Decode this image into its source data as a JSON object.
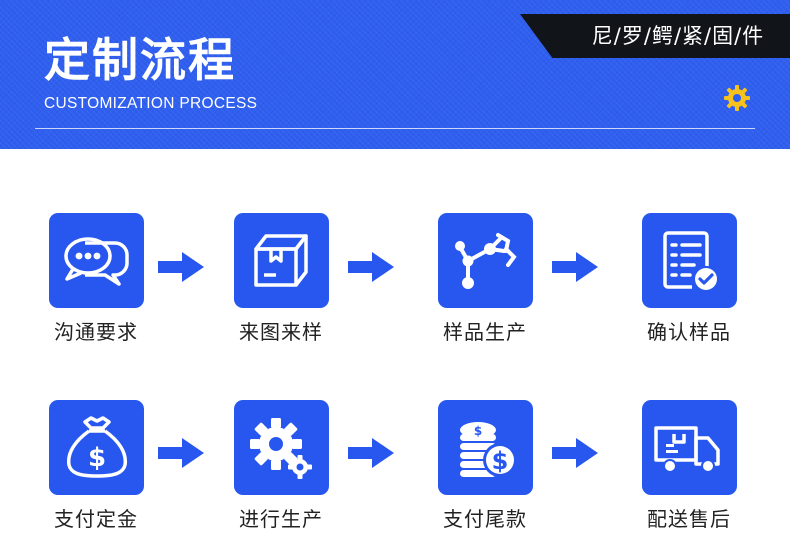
{
  "header": {
    "title": "定制流程",
    "subtitle": "CUSTOMIZATION PROCESS",
    "brand": "尼/罗/鳄/紧/固/件"
  },
  "steps": [
    {
      "label": "沟通要求",
      "icon": "chat-bubbles-icon"
    },
    {
      "label": "来图来样",
      "icon": "box-icon"
    },
    {
      "label": "样品生产",
      "icon": "robot-arm-icon"
    },
    {
      "label": "确认样品",
      "icon": "checklist-icon"
    },
    {
      "label": "支付定金",
      "icon": "money-bag-icon"
    },
    {
      "label": "进行生产",
      "icon": "gears-icon"
    },
    {
      "label": "支付尾款",
      "icon": "coins-icon"
    },
    {
      "label": "配送售后",
      "icon": "truck-icon"
    }
  ],
  "colors": {
    "header_blue": "#2f5ff0",
    "icon_blue": "#2857f0",
    "gear_yellow": "#f7c21c",
    "brand_black": "#111418"
  }
}
